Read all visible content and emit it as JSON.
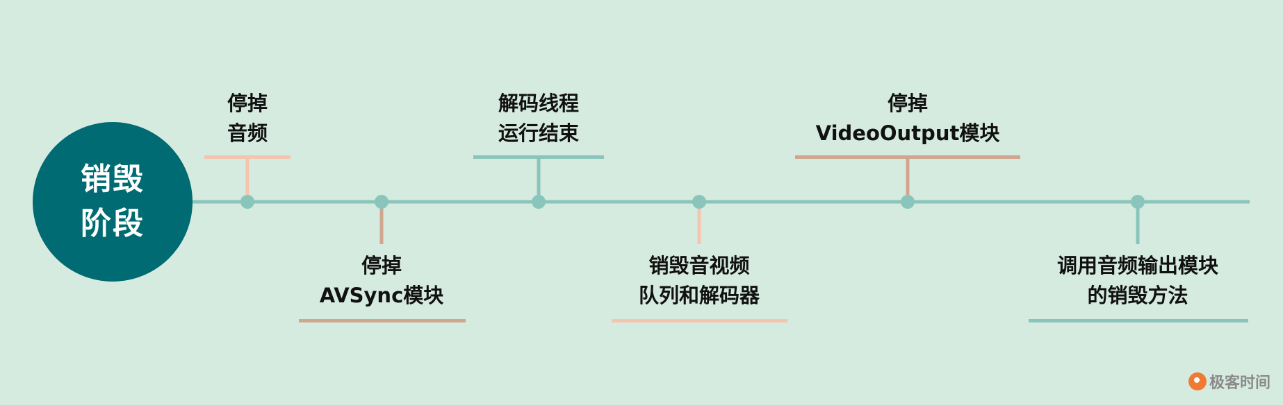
{
  "stage": {
    "line1": "销毁",
    "line2": "阶段"
  },
  "steps": [
    {
      "line1": "停掉",
      "line2": "音频",
      "color": "#f4c4ad"
    },
    {
      "line1": "停掉",
      "line2": "AVSync模块",
      "color": "#d0a68f"
    },
    {
      "line1": "解码线程",
      "line2": "运行结束",
      "color": "#8ac5bc"
    },
    {
      "line1": "销毁音视频",
      "line2": "队列和解码器",
      "color": "#f4c4ad"
    },
    {
      "line1": "停掉",
      "line2": "VideoOutput模块",
      "color": "#d0a68f"
    },
    {
      "line1": "调用音频输出模块",
      "line2": "的销毁方法",
      "color": "#8ac5bc"
    }
  ],
  "colors": {
    "background": "#d6ebe0",
    "timeline": "#8ac5bc",
    "node": "#8ac5bc",
    "circle": "#006b72",
    "text": "#111111"
  },
  "logo": {
    "text": "极客时间"
  }
}
